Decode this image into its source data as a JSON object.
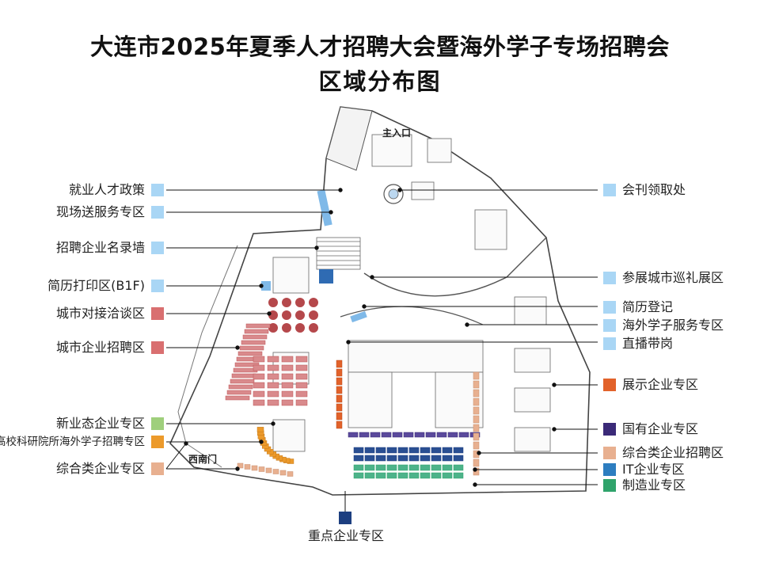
{
  "title": {
    "line1": "大连市2025年夏季人才招聘大会暨海外学子专场招聘会",
    "line2": "区域分布图"
  },
  "map_labels": {
    "main_entrance": "主入口",
    "southwest_gate": "西南门"
  },
  "legend_left": [
    {
      "label": "就业人才政策",
      "color": "#a9d6f5"
    },
    {
      "label": "现场送服务专区",
      "color": "#a9d6f5"
    },
    {
      "label": "招聘企业名录墙",
      "color": "#a9d6f5"
    },
    {
      "label": "简历打印区(B1F)",
      "color": "#a9d6f5"
    },
    {
      "label": "城市对接洽谈区",
      "color": "#d96f70"
    },
    {
      "label": "城市企业招聘区",
      "color": "#d96f70"
    },
    {
      "label": "新业态企业专区",
      "color": "#9fcf7c"
    },
    {
      "label": "高校科研院所海外学子招聘专区",
      "color": "#ec9a2b"
    },
    {
      "label": "综合类企业专区",
      "color": "#e8b090"
    }
  ],
  "legend_right": [
    {
      "label": "会刊领取处",
      "color": "#a9d6f5"
    },
    {
      "label": "参展城市巡礼展区",
      "color": "#a9d6f5"
    },
    {
      "label": "简历登记",
      "color": "#a9d6f5"
    },
    {
      "label": "海外学子服务专区",
      "color": "#a9d6f5"
    },
    {
      "label": "直播带岗",
      "color": "#a9d6f5"
    },
    {
      "label": "展示企业专区",
      "color": "#e2622a"
    },
    {
      "label": "国有企业专区",
      "color": "#3b2a78"
    },
    {
      "label": "综合类企业招聘区",
      "color": "#e8b090"
    },
    {
      "label": "IT企业专区",
      "color": "#2d7dc0"
    },
    {
      "label": "制造业专区",
      "color": "#2fa36b"
    }
  ],
  "legend_bottom": {
    "label": "重点企业专区",
    "color": "#1d3f80"
  }
}
